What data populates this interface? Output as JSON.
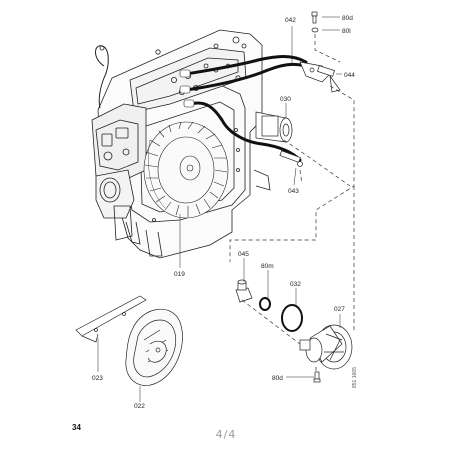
{
  "callouts": {
    "c042": "042",
    "c80d_top": "80d",
    "c80l": "80l",
    "c044": "044",
    "c030": "030",
    "c043": "043",
    "c019": "019",
    "c045": "045",
    "c80m": "80m",
    "c032": "032",
    "c027": "027",
    "c023": "023",
    "c022": "022",
    "c80d_bottom": "80d"
  },
  "page_number": "34",
  "page_indicator": "4/4",
  "doc_code": "851 1665"
}
